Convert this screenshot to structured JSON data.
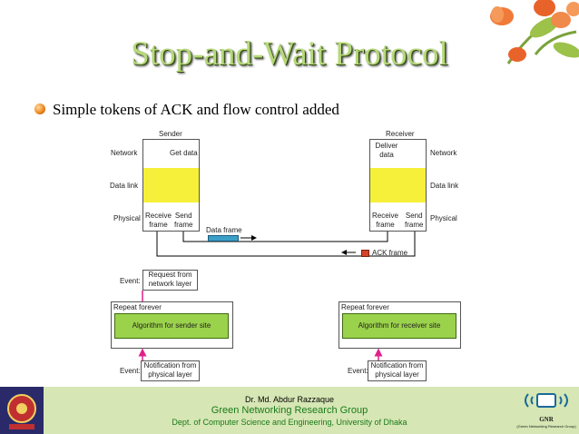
{
  "slide": {
    "title": "Stop-and-Wait Protocol",
    "bullet": "Simple tokens of ACK and flow control added"
  },
  "diagram": {
    "sender_title": "Sender",
    "receiver_title": "Receiver",
    "sender_network": "Network",
    "sender_datalink": "Data link",
    "sender_physical": "Physical",
    "receiver_network": "Network",
    "receiver_datalink": "Data link",
    "receiver_physical": "Physical",
    "get_data": "Get data",
    "deliver_data_1": "Deliver",
    "deliver_data_2": "data",
    "s_receive_frame_1": "Receive",
    "s_receive_frame_2": "frame",
    "s_send_frame_1": "Send",
    "s_send_frame_2": "frame",
    "r_receive_frame_1": "Receive",
    "r_receive_frame_2": "frame",
    "r_send_frame_1": "Send",
    "r_send_frame_2": "frame",
    "data_frame": "Data frame",
    "ack_frame": "ACK frame"
  },
  "algo": {
    "event_label_1": "Event:",
    "request_1": "Request from",
    "request_2": "network layer",
    "repeat_sender": "Repeat forever",
    "sender_algorithm": "Algorithm for sender site",
    "event_label_2": "Event:",
    "notification_1a": "Notification from",
    "notification_1b": "physical layer",
    "repeat_receiver": "Repeat forever",
    "receiver_algorithm": "Algorithm for receiver site",
    "event_label_3": "Event:",
    "notification_2a": "Notification from",
    "notification_2b": "physical layer"
  },
  "footer": {
    "author": "Dr. Md. Abdur Razzaque",
    "group": "Green Networking Research Group",
    "dept": "Dept. of Computer Science and Engineering, University of Dhaka",
    "logo_text": "GNR",
    "logo_subtext": "(Green Networking Research Group)"
  },
  "colors": {
    "title": "#b6d87a",
    "yellow": "#f7f03a",
    "green": "#9bd24b",
    "pink": "#e0218a",
    "frame_blue": "#3aa0c8",
    "ack_red": "#d2452a",
    "footer_bg": "#d6e6b4"
  }
}
